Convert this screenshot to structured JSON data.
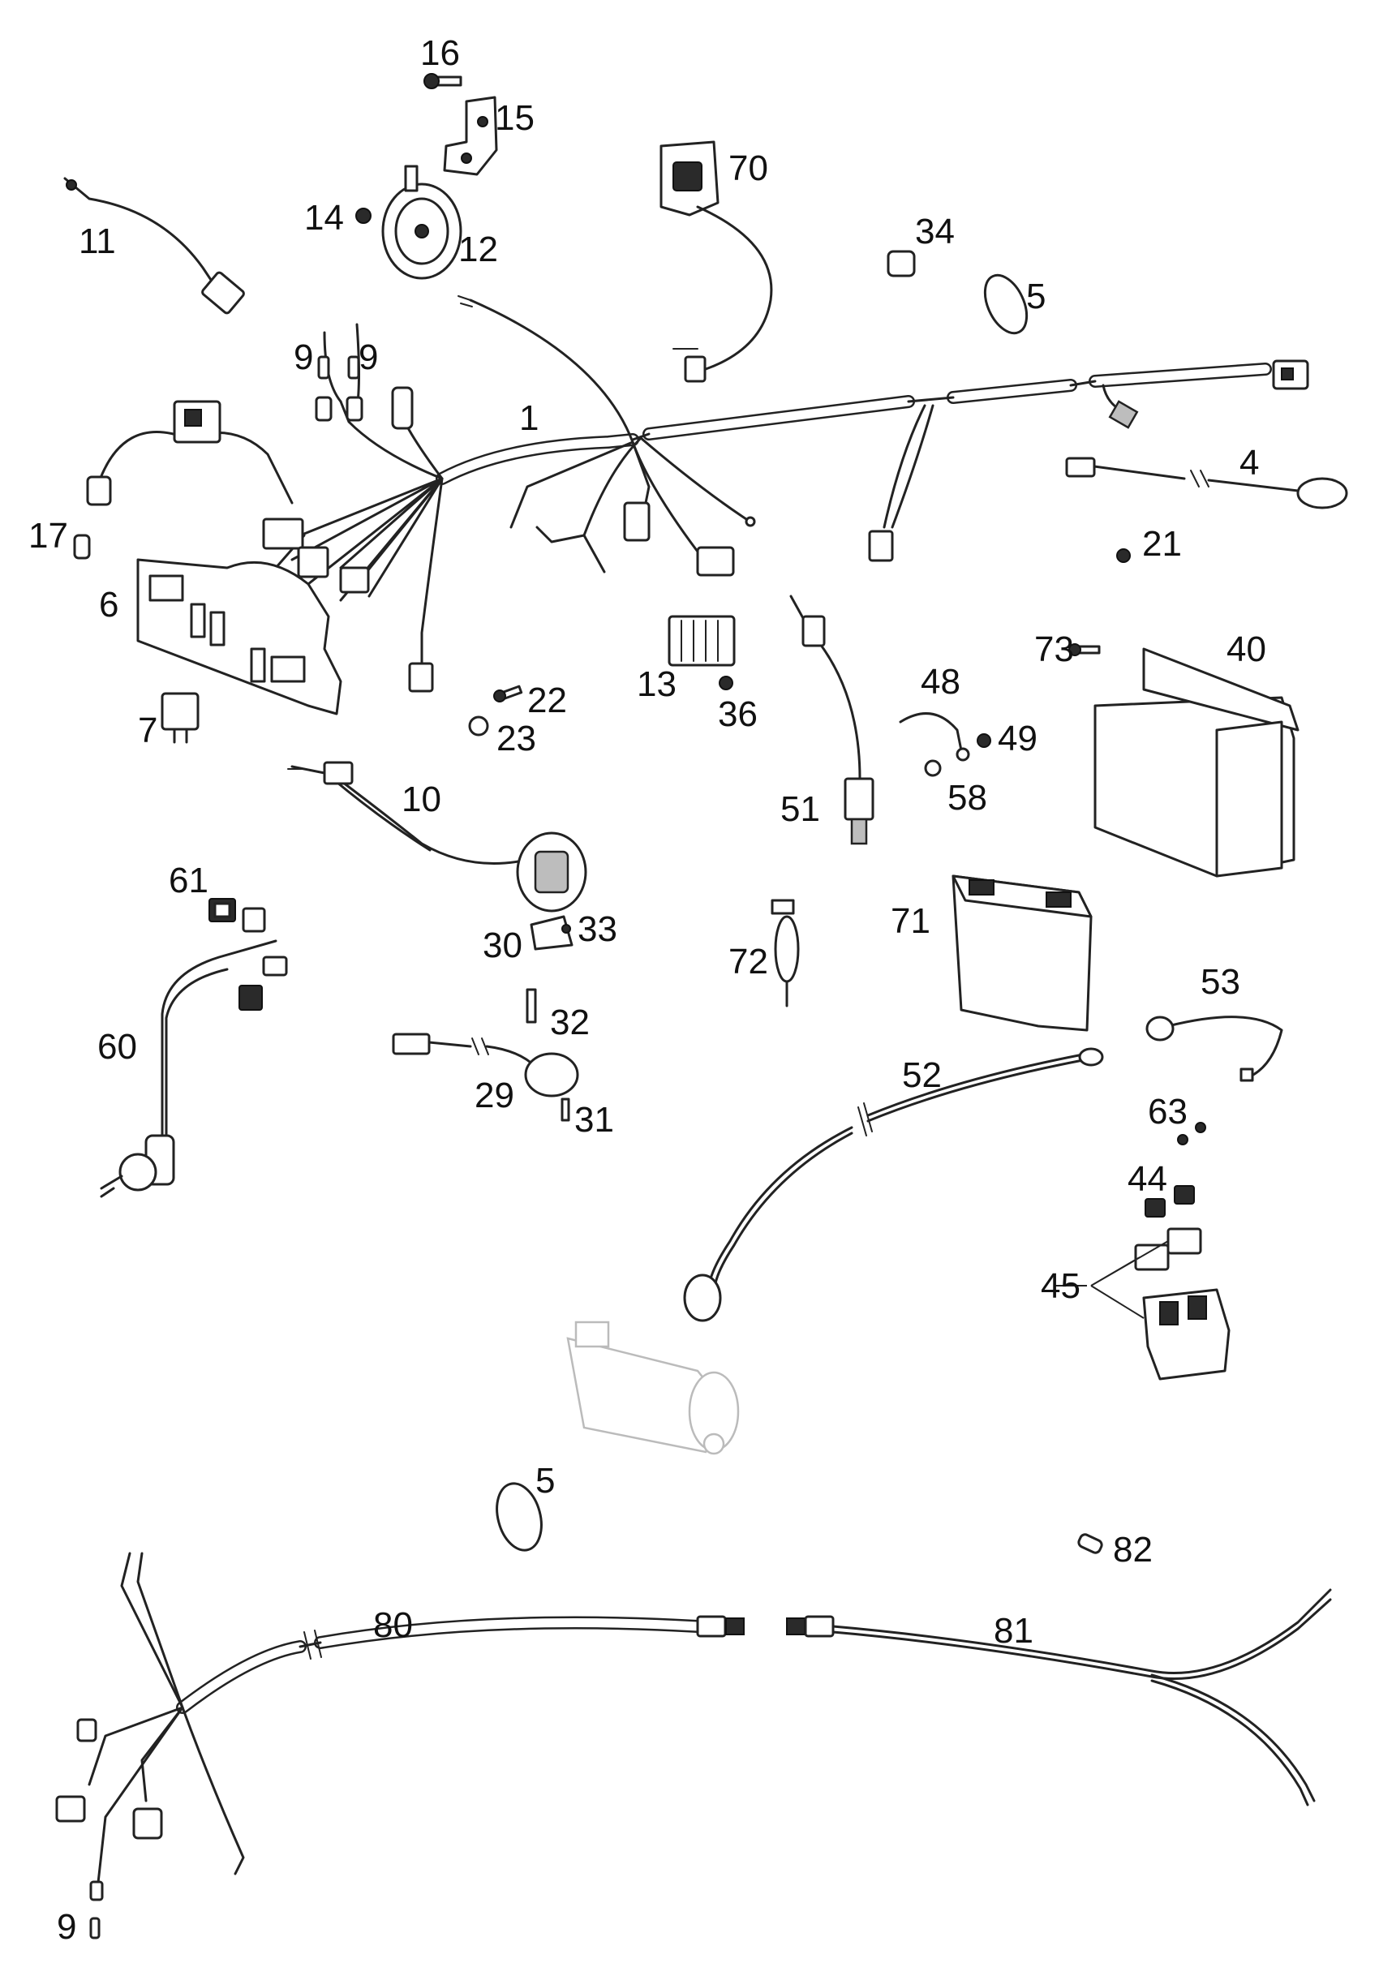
{
  "figure": {
    "labels": {
      "l1": "1",
      "l4": "4",
      "l5a": "5",
      "l5b": "5",
      "l6": "6",
      "l7": "7",
      "l9a": "9",
      "l9b": "9",
      "l9c": "9",
      "l10": "10",
      "l11": "11",
      "l12": "12",
      "l13": "13",
      "l14": "14",
      "l15": "15",
      "l16": "16",
      "l17": "17",
      "l21": "21",
      "l22": "22",
      "l23": "23",
      "l29": "29",
      "l30": "30",
      "l31": "31",
      "l32": "32",
      "l33": "33",
      "l34": "34",
      "l36": "36",
      "l40": "40",
      "l44": "44",
      "l45": "45",
      "l48": "48",
      "l49": "49",
      "l51": "51",
      "l52": "52",
      "l53": "53",
      "l58": "58",
      "l60": "60",
      "l61": "61",
      "l63": "63",
      "l70": "70",
      "l71": "71",
      "l72": "72",
      "l73": "73",
      "l80": "80",
      "l81": "81",
      "l82": "82"
    }
  }
}
